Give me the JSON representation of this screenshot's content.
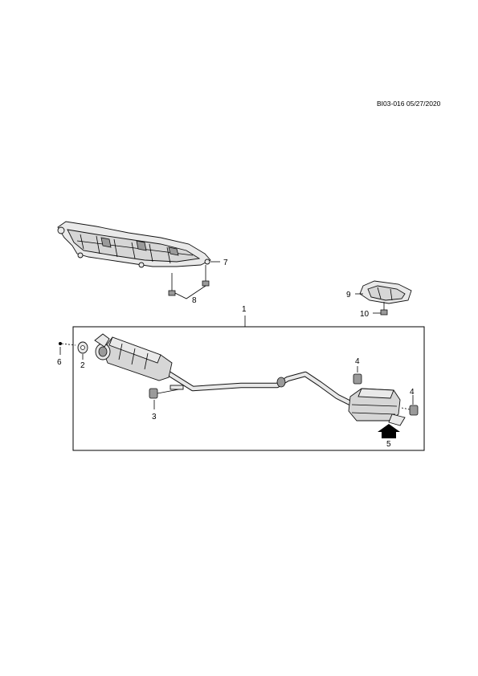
{
  "drawing": {
    "reference": "BI03-016 05/27/2020"
  },
  "callouts": {
    "c1": "1",
    "c2": "2",
    "c3": "3",
    "c4a": "4",
    "c4b": "4",
    "c5": "5",
    "c6": "6",
    "c7": "7",
    "c8": "8",
    "c9": "9",
    "c10": "10"
  },
  "colors": {
    "line": "#000000",
    "part_fill": "#d6d6d6",
    "background": "#ffffff"
  }
}
